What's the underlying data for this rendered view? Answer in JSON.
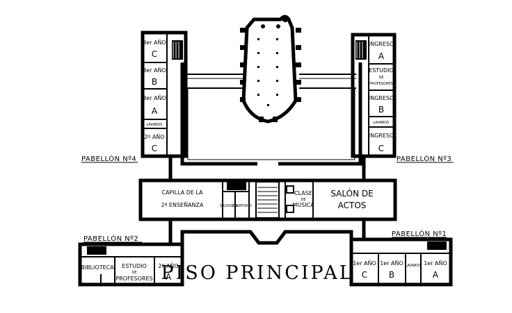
{
  "title": "PISO PRINCIPAL",
  "pavilions": {
    "p4": "PABELLÓN Nº4",
    "p3": "PABELLÓN Nº3",
    "p2": "PABELLÓN Nº2",
    "p1": "PABELLÓN Nº1"
  },
  "rooms": {
    "left_wing": [
      {
        "line1": "3er AÑO",
        "line2": "C"
      },
      {
        "line1": "3er AÑO",
        "line2": "B"
      },
      {
        "line1": "3er AÑO",
        "line2": "A"
      },
      {
        "line1": "LAVABOS",
        "line2": ""
      },
      {
        "line1": "2º AÑO",
        "line2": "C"
      }
    ],
    "right_wing": [
      {
        "line1": "INGRESO",
        "line2": "A"
      },
      {
        "line1": "ESTUDIO",
        "line2": "DE",
        "line3": "PROFESORES"
      },
      {
        "line1": "INGRESO",
        "line2": "B"
      },
      {
        "line1": "LAVABOS",
        "line2": ""
      },
      {
        "line1": "INGRESO",
        "line2": "C"
      }
    ],
    "middle": {
      "capilla": {
        "line1": "CAPILLA DE LA",
        "line2": "2ª ENSEÑANZA"
      },
      "sacristia": "SACRISTÍA",
      "lavatorio": "LAVATORIO",
      "clase_musica": {
        "line1": "CLASE",
        "line2": "DE",
        "line3": "MÚSICA"
      },
      "salon": {
        "line1": "SALÓN DE",
        "line2": "ACTOS"
      }
    },
    "bottom_left": {
      "biblioteca": "BIBLIOTECA",
      "estudio": {
        "line1": "ESTUDIO",
        "line2": "DE",
        "line3": "PROFESORES"
      },
      "year": {
        "line1": "2º AÑO",
        "line2": "A"
      }
    },
    "bottom_right": {
      "y1c": {
        "line1": "1er AÑO",
        "line2": "C"
      },
      "y1b": {
        "line1": "1er AÑO",
        "line2": "B"
      },
      "lavabos": "LAVABOS",
      "y1a": {
        "line1": "1er AÑO",
        "line2": "A"
      }
    }
  }
}
